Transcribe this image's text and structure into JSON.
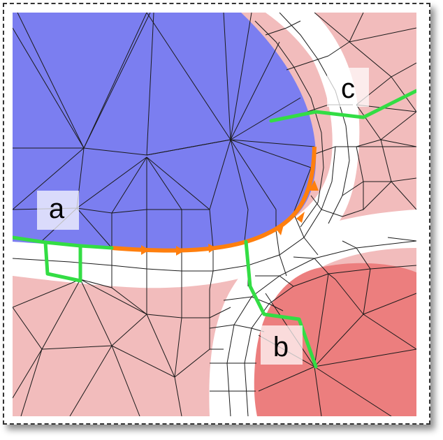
{
  "colors": {
    "blue_region": "#7b7ef0",
    "light_red_region": "#f2bcbc",
    "dark_red_region": "#ec7e7e",
    "boundary_band": "#ffffff",
    "mesh_line": "#1a1a1a",
    "cut_path": "#33dd44",
    "flow_path": "#ff7f0e",
    "label_box": "#ffffff"
  },
  "labels": {
    "a": "a",
    "b": "b",
    "c": "c"
  }
}
